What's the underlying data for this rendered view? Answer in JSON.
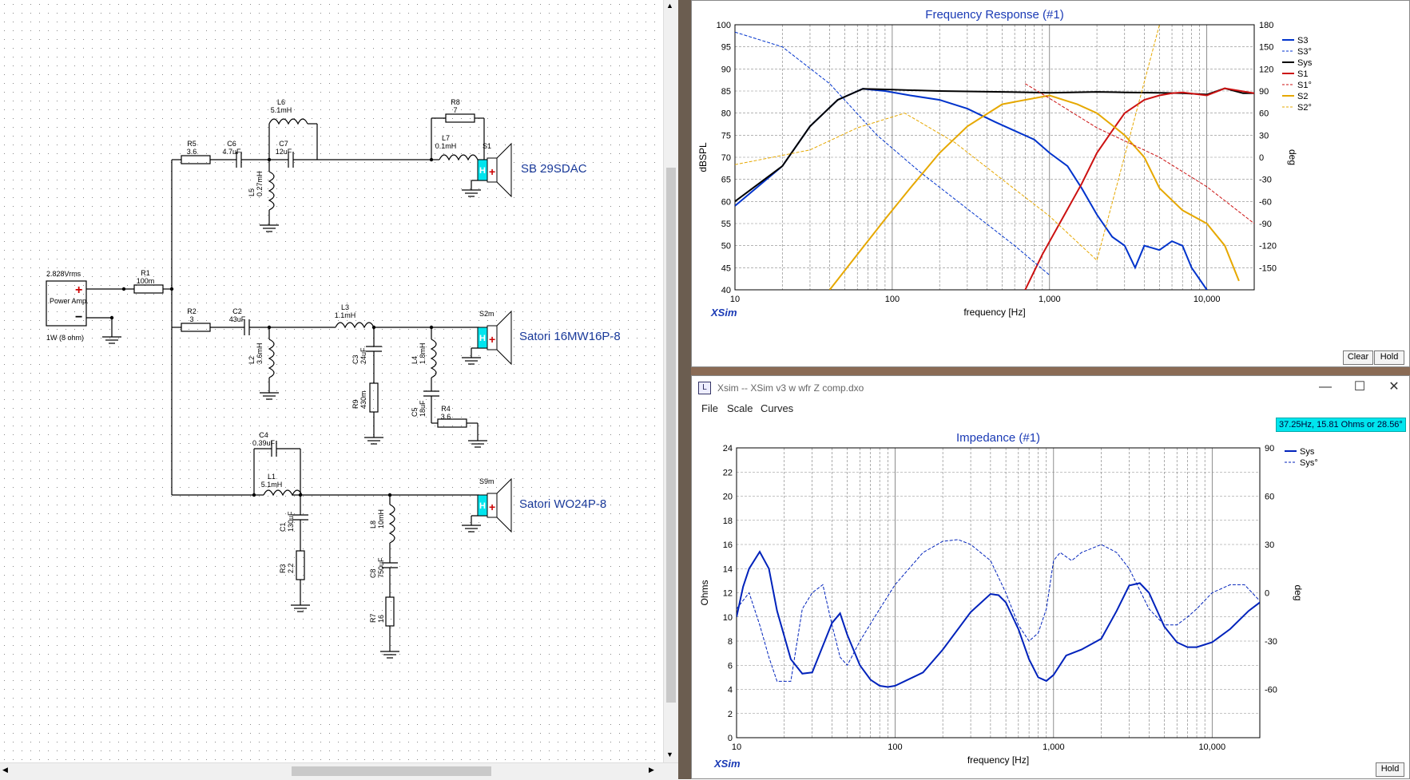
{
  "schematic": {
    "source_label": "2.828Vrms",
    "amp_label": "Power Amp.",
    "amp_rating": "1W (8 ohm)",
    "components": [
      {
        "id": "R1",
        "val": "100m"
      },
      {
        "id": "R5",
        "val": "3.6"
      },
      {
        "id": "C6",
        "val": "4.7uF"
      },
      {
        "id": "L6",
        "val": "5.1mH"
      },
      {
        "id": "C7",
        "val": "12uF"
      },
      {
        "id": "L5",
        "val": "0.27mH"
      },
      {
        "id": "R8",
        "val": "7"
      },
      {
        "id": "L7",
        "val": "0.1mH"
      },
      {
        "id": "R2",
        "val": "3"
      },
      {
        "id": "C2",
        "val": "43uF"
      },
      {
        "id": "L3",
        "val": "1.1mH"
      },
      {
        "id": "L2",
        "val": "3.6mH"
      },
      {
        "id": "C3",
        "val": "24uF"
      },
      {
        "id": "R9",
        "val": "430m"
      },
      {
        "id": "L4",
        "val": "1.8mH"
      },
      {
        "id": "C5",
        "val": "18uF"
      },
      {
        "id": "R4",
        "val": "3.6"
      },
      {
        "id": "C4",
        "val": "0.39uF"
      },
      {
        "id": "L1",
        "val": "5.1mH"
      },
      {
        "id": "C1",
        "val": "130uF"
      },
      {
        "id": "R3",
        "val": "2.2"
      },
      {
        "id": "L8",
        "val": "10mH"
      },
      {
        "id": "C8",
        "val": "750uF"
      },
      {
        "id": "R7",
        "val": "16"
      }
    ],
    "speakers": [
      {
        "id": "S1",
        "name": "SB 29SDAC"
      },
      {
        "id": "S2m",
        "name": "Satori 16MW16P-8"
      },
      {
        "id": "S9m",
        "name": "Satori WO24P-8"
      }
    ]
  },
  "freq_response": {
    "title": "Frequency Response (#1)",
    "brand": "XSim",
    "clear_label": "Clear",
    "hold_label": "Hold",
    "chart_data": {
      "type": "line",
      "title": "Frequency Response (#1)",
      "xlabel": "frequency [Hz]",
      "ylabel": "dBSPL",
      "y2label": "deg",
      "xscale": "log",
      "xlim": [
        10,
        20000
      ],
      "ylim": [
        40,
        100
      ],
      "y2lim": [
        -180,
        180
      ],
      "x_ticks": [
        "10",
        "100",
        "1,000",
        "10,000"
      ],
      "y_ticks": [
        40,
        45,
        50,
        55,
        60,
        65,
        70,
        75,
        80,
        85,
        90,
        95,
        100
      ],
      "y2_ticks": [
        -150,
        -120,
        -90,
        -60,
        -30,
        0,
        30,
        60,
        90,
        120,
        150,
        180
      ],
      "legend_position": "right",
      "series": [
        {
          "name": "S3",
          "color": "#0033cc",
          "style": "solid",
          "x": [
            10,
            20,
            30,
            45,
            65,
            90,
            130,
            200,
            300,
            450,
            600,
            800,
            1000,
            1300,
            1600,
            2000,
            2500,
            3000,
            3500,
            4000,
            5000,
            6000,
            7000,
            8000,
            10000
          ],
          "y": [
            59,
            68,
            77,
            83,
            85.5,
            85,
            84,
            83,
            81,
            78,
            76,
            74,
            71,
            68,
            63,
            57,
            52,
            50,
            45,
            50,
            49,
            51,
            50,
            45,
            40
          ]
        },
        {
          "name": "Sys",
          "color": "#000000",
          "style": "solid",
          "x": [
            10,
            20,
            30,
            45,
            65,
            100,
            200,
            500,
            1000,
            2000,
            3000,
            5000,
            7000,
            10000,
            13000,
            17000,
            20000
          ],
          "y": [
            60,
            68,
            77,
            83,
            85.5,
            85.3,
            85,
            84.8,
            84.6,
            84.8,
            84.7,
            84.6,
            84.5,
            84.2,
            85.6,
            84.5,
            84.5
          ]
        },
        {
          "name": "S1",
          "color": "#cc1111",
          "style": "solid",
          "x": [
            700,
            900,
            1200,
            1600,
            2000,
            2500,
            3000,
            4000,
            5000,
            6000,
            7000,
            10000,
            13000,
            20000
          ],
          "y": [
            40,
            48,
            56,
            64,
            71,
            76,
            80,
            83,
            84,
            84.5,
            84.7,
            84,
            85.6,
            84.5
          ]
        },
        {
          "name": "S2",
          "color": "#e6a800",
          "style": "solid",
          "x": [
            40,
            60,
            90,
            130,
            200,
            300,
            500,
            700,
            1000,
            1500,
            2000,
            3000,
            4000,
            5000,
            7000,
            10000,
            13000,
            16000
          ],
          "y": [
            40,
            48,
            56,
            63,
            71,
            77,
            82,
            83,
            84,
            82,
            80,
            75,
            70,
            63,
            58,
            55,
            50,
            42
          ]
        },
        {
          "name": "S3°",
          "color": "#0033cc",
          "style": "dashed",
          "x": [
            10,
            20,
            40,
            80,
            150,
            300,
            600,
            1000
          ],
          "y": [
            170,
            150,
            100,
            30,
            -20,
            -70,
            -120,
            -160
          ]
        },
        {
          "name": "S1°",
          "color": "#cc1111",
          "style": "dashed",
          "x": [
            700,
            1000,
            2000,
            5000,
            10000,
            20000
          ],
          "y": [
            100,
            80,
            40,
            0,
            -40,
            -90
          ]
        },
        {
          "name": "S2°",
          "color": "#e6a800",
          "style": "dashed",
          "x": [
            10,
            30,
            60,
            120,
            250,
            500,
            1000,
            2000,
            5000
          ],
          "y": [
            -10,
            10,
            40,
            60,
            20,
            -30,
            -80,
            -140,
            180
          ]
        }
      ]
    }
  },
  "impedance_window": {
    "window_title": "Xsim -- XSim v3 w wfr Z comp.dxo",
    "menu": [
      "File",
      "Scale",
      "Curves"
    ],
    "cursor_readout": "37.25Hz, 15.81 Ohms or 28.56°",
    "title": "Impedance (#1)",
    "brand": "XSim",
    "hold_label": "Hold",
    "minimize_icon": "—",
    "maximize_icon": "☐",
    "close_icon": "✕",
    "chart_data": {
      "type": "line",
      "title": "Impedance (#1)",
      "xlabel": "frequency [Hz]",
      "ylabel": "Ohms",
      "y2label": "deg",
      "xscale": "log",
      "xlim": [
        10,
        20000
      ],
      "ylim": [
        0,
        24
      ],
      "y2lim": [
        -90,
        90
      ],
      "x_ticks": [
        "10",
        "100",
        "1,000",
        "10,000"
      ],
      "y_ticks": [
        0,
        2,
        4,
        6,
        8,
        10,
        12,
        14,
        16,
        18,
        20,
        22,
        24
      ],
      "y2_ticks": [
        -60,
        -30,
        0,
        30,
        60,
        90
      ],
      "legend_position": "top-right",
      "series": [
        {
          "name": "Sys",
          "color": "#0022bb",
          "style": "solid",
          "x": [
            10,
            11,
            12,
            14,
            16,
            18,
            22,
            26,
            30,
            40,
            45,
            50,
            60,
            70,
            80,
            90,
            100,
            150,
            200,
            300,
            400,
            450,
            500,
            600,
            700,
            800,
            900,
            1000,
            1200,
            1500,
            2000,
            2500,
            3000,
            3500,
            4000,
            5000,
            6000,
            7000,
            8000,
            10000,
            13000,
            17000,
            20000
          ],
          "y": [
            10,
            12.5,
            14,
            15.4,
            14,
            10.5,
            6.5,
            5.3,
            5.4,
            9.5,
            10.3,
            8.5,
            6,
            4.8,
            4.3,
            4.2,
            4.3,
            5.4,
            7.3,
            10.4,
            11.9,
            11.8,
            11.2,
            9,
            6.5,
            5,
            4.7,
            5.2,
            6.8,
            7.3,
            8.2,
            10.5,
            12.6,
            12.8,
            12,
            9.2,
            7.9,
            7.5,
            7.5,
            7.9,
            9,
            10.5,
            11.2
          ]
        },
        {
          "name": "Sys°",
          "color": "#0022bb",
          "style": "dashed",
          "x": [
            10,
            12,
            14,
            16,
            18,
            22,
            26,
            30,
            35,
            40,
            45,
            50,
            60,
            80,
            100,
            150,
            200,
            250,
            300,
            400,
            500,
            600,
            700,
            800,
            900,
            1000,
            1100,
            1300,
            1500,
            2000,
            2500,
            3000,
            4000,
            5000,
            6000,
            7000,
            8000,
            10000,
            13000,
            16000,
            20000
          ],
          "y": [
            -10,
            0,
            -20,
            -40,
            -55,
            -55,
            -10,
            0,
            5,
            -20,
            -40,
            -45,
            -30,
            -10,
            5,
            25,
            32,
            33,
            30,
            20,
            0,
            -20,
            -30,
            -25,
            -10,
            20,
            25,
            20,
            25,
            30,
            25,
            15,
            -10,
            -20,
            -20,
            -15,
            -10,
            0,
            5,
            5,
            -5
          ]
        }
      ]
    }
  }
}
